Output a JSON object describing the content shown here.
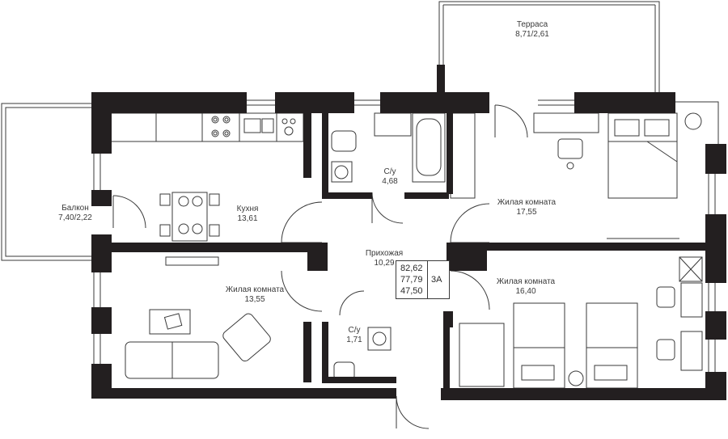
{
  "rooms": {
    "terrace": {
      "name": "Терраса",
      "area": "8,71/2,61"
    },
    "balcony": {
      "name": "Балкон",
      "area": "7,40/2,22"
    },
    "kitchen": {
      "name": "Кухня",
      "area": "13,61"
    },
    "bath1": {
      "name": "С/у",
      "area": "4,68"
    },
    "bedroom1": {
      "name": "Жилая комната",
      "area": "17,55"
    },
    "hall": {
      "name": "Прихожая",
      "area": "10,29"
    },
    "living": {
      "name": "Жилая комната",
      "area": "13,55"
    },
    "bath2": {
      "name": "С/у",
      "area": "1,71"
    },
    "bedroom2": {
      "name": "Жилая комната",
      "area": "16,40"
    }
  },
  "summary": {
    "total": "82,62",
    "living_area": "77,79",
    "other": "47,50",
    "type": "3А"
  },
  "colors": {
    "wall": "#231f20",
    "line": "#3a3a3a",
    "background": "#ffffff"
  }
}
